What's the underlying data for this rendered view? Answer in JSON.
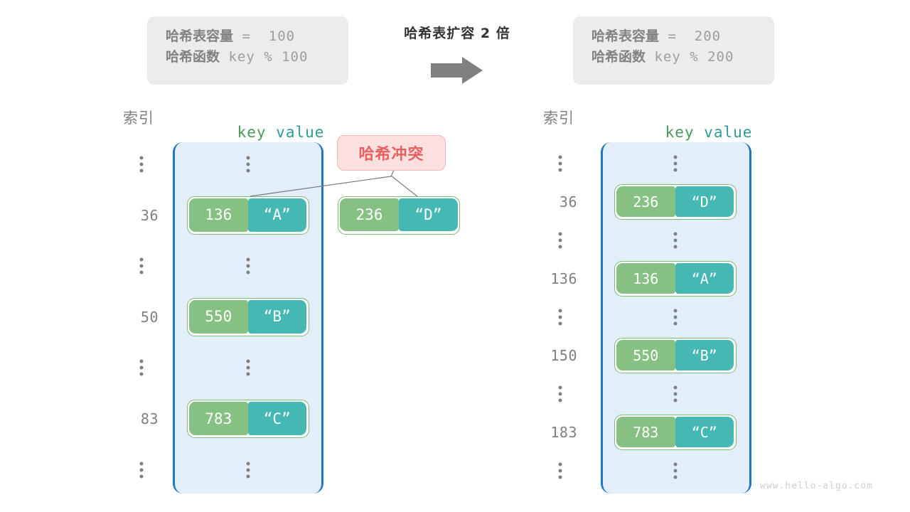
{
  "title": "哈希表扩容 2 倍",
  "watermark": "www.hello-algo.com",
  "colors": {
    "key_cell": "#86c183",
    "value_cell": "#45b8b4",
    "panel_fill": "#e3eefb",
    "panel_border": "#1f77c4",
    "collision": "#e8605d",
    "arrow": "#808080"
  },
  "before": {
    "info": {
      "capacity_label": "哈希表容量",
      "capacity_value": " =  100",
      "function_label": "哈希函数",
      "function_value": " key % 100"
    },
    "header": {
      "index": "索引",
      "key": "key",
      "value": "value"
    },
    "rows": [
      {
        "type": "ellipsis",
        "index": ""
      },
      {
        "type": "entry",
        "index": "36",
        "key": "136",
        "value": "“A”"
      },
      {
        "type": "ellipsis",
        "index": ""
      },
      {
        "type": "entry",
        "index": "50",
        "key": "550",
        "value": "“B”"
      },
      {
        "type": "ellipsis",
        "index": ""
      },
      {
        "type": "entry",
        "index": "83",
        "key": "783",
        "value": "“C”"
      },
      {
        "type": "ellipsis",
        "index": ""
      }
    ],
    "collision": {
      "label": "哈希冲突",
      "entry": {
        "key": "236",
        "value": "“D”"
      }
    }
  },
  "after": {
    "info": {
      "capacity_label": "哈希表容量",
      "capacity_value": " =  200",
      "function_label": "哈希函数",
      "function_value": " key % 200"
    },
    "header": {
      "index": "索引",
      "key": "key",
      "value": "value"
    },
    "rows": [
      {
        "type": "ellipsis",
        "index": ""
      },
      {
        "type": "entry",
        "index": "36",
        "key": "236",
        "value": "“D”"
      },
      {
        "type": "ellipsis",
        "index": ""
      },
      {
        "type": "entry",
        "index": "136",
        "key": "136",
        "value": "“A”"
      },
      {
        "type": "ellipsis",
        "index": ""
      },
      {
        "type": "entry",
        "index": "150",
        "key": "550",
        "value": "“B”"
      },
      {
        "type": "ellipsis",
        "index": ""
      },
      {
        "type": "entry",
        "index": "183",
        "key": "783",
        "value": "“C”"
      },
      {
        "type": "ellipsis",
        "index": ""
      }
    ]
  }
}
